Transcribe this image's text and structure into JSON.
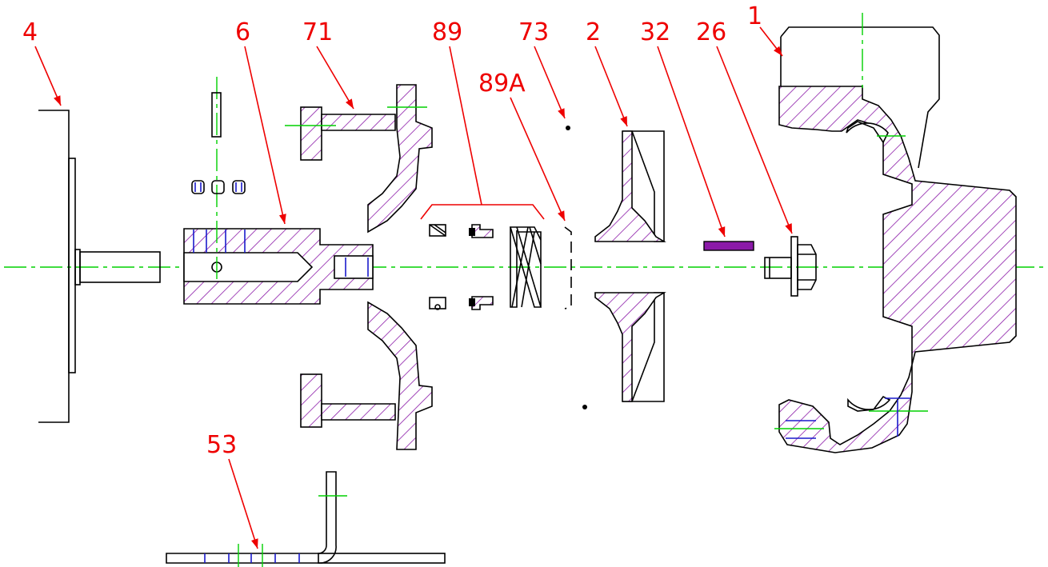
{
  "colors": {
    "label": "#ee0000",
    "leader": "#ee0000",
    "centerline": "#00d000",
    "hatch": "#8b1aa8",
    "hidden": "#1a1acc",
    "outline": "#000000"
  },
  "callouts": [
    {
      "id": "4",
      "text": "4"
    },
    {
      "id": "6",
      "text": "6"
    },
    {
      "id": "71",
      "text": "71"
    },
    {
      "id": "89",
      "text": "89"
    },
    {
      "id": "89A",
      "text": "89A"
    },
    {
      "id": "73",
      "text": "73"
    },
    {
      "id": "2",
      "text": "2"
    },
    {
      "id": "32",
      "text": "32"
    },
    {
      "id": "26",
      "text": "26"
    },
    {
      "id": "1",
      "text": "1"
    },
    {
      "id": "53",
      "text": "53"
    }
  ]
}
